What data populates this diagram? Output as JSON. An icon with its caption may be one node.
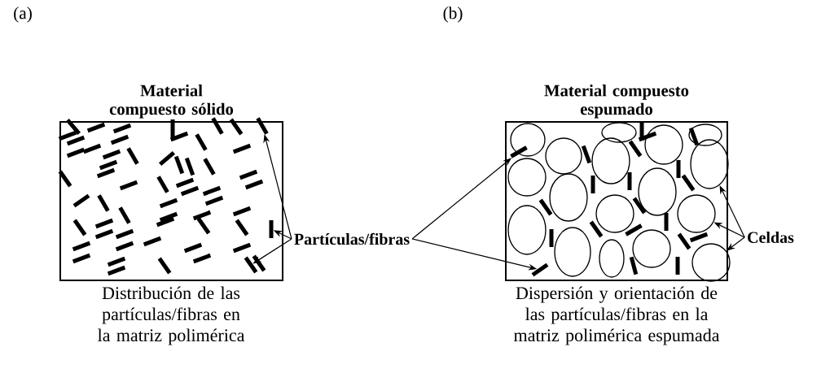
{
  "diagram": {
    "nodes": [
      {
        "text": [
          "Material compuesto sólido"
        ]
      },
      {
        "text": [],
        "shape": "bar",
        "in": 0
      },
      {
        "text": [],
        "shape": "bar",
        "in": 0
      },
      {
        "text": [],
        "shape": "bar",
        "in": 0
      },
      {
        "text": [
          "Partículas/fibras"
        ]
      },
      {
        "text": [
          "Material compuesto espumado"
        ]
      },
      {
        "text": [],
        "shape": "bar",
        "in": 5
      },
      {
        "text": [],
        "shape": "bar",
        "in": 5
      },
      {
        "text": [],
        "shape": "circle",
        "in": 5
      },
      {
        "text": [],
        "shape": "circle",
        "in": 5
      },
      {
        "text": [],
        "shape": "circle",
        "in": 5
      },
      {
        "text": [
          "Celdas"
        ]
      }
    ],
    "edges": [
      {
        "from": 4,
        "to": 1,
        "arrow": "to"
      },
      {
        "from": 4,
        "to": 2,
        "arrow": "to"
      },
      {
        "from": 4,
        "to": 3,
        "arrow": "to"
      },
      {
        "from": 4,
        "to": 6,
        "arrow": "to"
      },
      {
        "from": 4,
        "to": 7,
        "arrow": "to"
      },
      {
        "from": 11,
        "to": 8,
        "arrow": "to"
      },
      {
        "from": 11,
        "to": 9,
        "arrow": "to"
      },
      {
        "from": 11,
        "to": 10,
        "arrow": "to"
      }
    ],
    "labels": [
      "(a)",
      "(b)",
      "Distribución de las partículas/fibras en la matriz polimérica",
      "Dispersión y orientación de las partículas/fibras en la matriz polimérica espumada"
    ]
  }
}
